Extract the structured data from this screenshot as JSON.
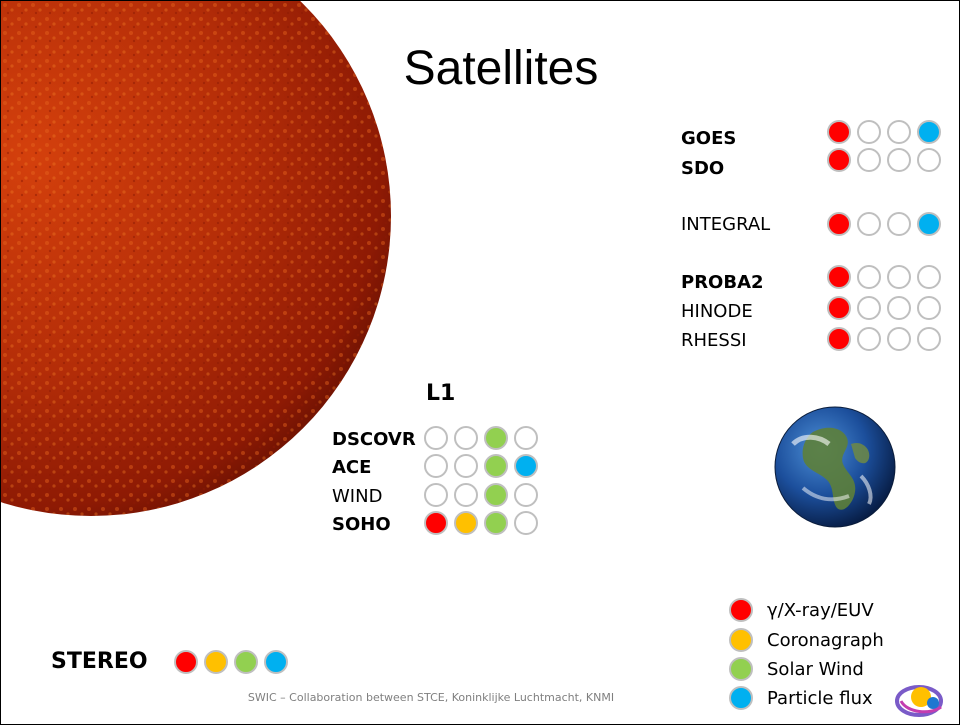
{
  "title": "Satellites",
  "colors": {
    "gamma": "#ff0000",
    "coronagraph": "#ffc000",
    "solar_wind": "#92d050",
    "particle_flux": "#00b0f0",
    "empty": "#ffffff"
  },
  "groups": {
    "goes": {
      "label": "GOES",
      "bold": true,
      "dots": [
        "red",
        "empty",
        "empty",
        "blue"
      ]
    },
    "sdo": {
      "label": "SDO",
      "bold": true,
      "dots": [
        "red",
        "empty",
        "empty",
        "empty"
      ]
    },
    "integral": {
      "label": "INTEGRAL",
      "bold": false,
      "dots": [
        "red",
        "empty",
        "empty",
        "blue"
      ]
    },
    "proba2": {
      "label": "PROBA2",
      "bold": true,
      "dots": [
        "red",
        "empty",
        "empty",
        "empty"
      ]
    },
    "hinode": {
      "label": "HINODE",
      "bold": false,
      "dots": [
        "red",
        "empty",
        "empty",
        "empty"
      ]
    },
    "rhessi": {
      "label": "RHESSI",
      "bold": false,
      "dots": [
        "red",
        "empty",
        "empty",
        "empty"
      ]
    }
  },
  "l1": {
    "heading": "L1",
    "dscovr": {
      "label": "DSCOVR",
      "bold": true,
      "dots": [
        "empty",
        "empty",
        "green",
        "empty"
      ]
    },
    "ace": {
      "label": "ACE",
      "bold": true,
      "dots": [
        "empty",
        "empty",
        "green",
        "blue"
      ]
    },
    "wind": {
      "label": "WIND",
      "bold": false,
      "dots": [
        "empty",
        "empty",
        "green",
        "empty"
      ]
    },
    "soho": {
      "label": "SOHO",
      "bold": true,
      "dots": [
        "red",
        "yellow",
        "green",
        "empty"
      ]
    }
  },
  "stereo": {
    "label": "STEREO",
    "dots": [
      "red",
      "yellow",
      "green",
      "blue"
    ]
  },
  "legend": [
    {
      "color": "red",
      "label": "γ/X-ray/EUV"
    },
    {
      "color": "yellow",
      "label": "Coronagraph"
    },
    {
      "color": "green",
      "label": "Solar Wind"
    },
    {
      "color": "blue",
      "label": "Particle flux"
    }
  ],
  "footer": "SWIC – Collaboration between STCE, Koninklijke Luchtmacht, KNMI",
  "images": {
    "sun": "sun-image",
    "earth": "earth-image",
    "logo": "swic-logo"
  }
}
